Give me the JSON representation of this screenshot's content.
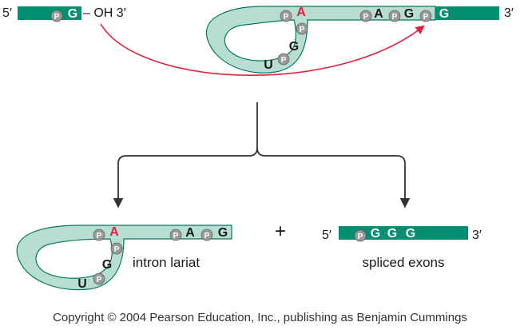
{
  "colors": {
    "exon": "#008f70",
    "intron_fill": "#b8ded2",
    "intron_stroke": "#007a60",
    "branch_point": "#e0203c",
    "arrow_curve": "#e0203c",
    "phosphate_fill": "#9a9a9a",
    "text": "#1a1a1a"
  },
  "top_left": {
    "end5": "5′",
    "nucleotide": "G",
    "phosphate": "P",
    "oh_end": "– OH 3′"
  },
  "top_right": {
    "end3": "3′",
    "branch": "A",
    "phosphate": "P",
    "seq": [
      "A",
      "G",
      "G"
    ],
    "loop_seq": [
      "G",
      "U"
    ]
  },
  "lariat": {
    "branch": "A",
    "phosphate": "P",
    "seq": [
      "A",
      "G"
    ],
    "loop_seq": [
      "G",
      "U"
    ],
    "label": "intron lariat"
  },
  "plus": "+",
  "spliced": {
    "end5": "5′",
    "end3": "3′",
    "phosphate": "P",
    "seq": [
      "G",
      "G",
      "G"
    ],
    "label": "spliced exons"
  },
  "copyright": "Copyright © 2004 Pearson Education, Inc., publishing as Benjamin Cummings"
}
